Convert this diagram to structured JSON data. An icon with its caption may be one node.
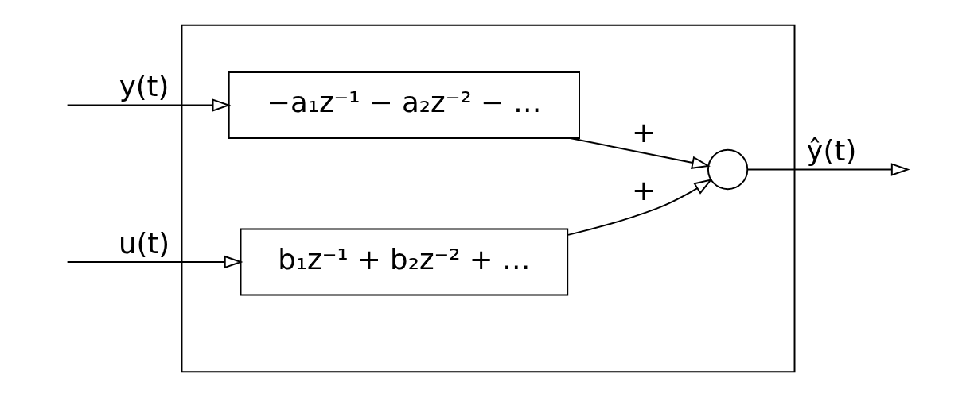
{
  "diagram": {
    "nodes": [
      {
        "text": [],
        "shape": "box"
      },
      {
        "text": [
          "−a₁z⁻¹ − a₂z⁻² − …"
        ],
        "in": 0
      },
      {
        "text": [
          "b₁z⁻¹ + b₂z⁻² + …"
        ],
        "in": 0
      },
      {
        "text": [],
        "shape": "circle",
        "in": 0
      }
    ],
    "edges": [
      {
        "from": null,
        "to": 1,
        "arrow": "to",
        "label": "y(t)"
      },
      {
        "from": null,
        "to": 2,
        "arrow": "to",
        "label": "u(t)"
      },
      {
        "from": 1,
        "to": 3,
        "arrow": "to",
        "label": "+"
      },
      {
        "from": 2,
        "to": 3,
        "arrow": "to",
        "label": "+"
      },
      {
        "from": 3,
        "to": null,
        "arrow": "to",
        "label": "ŷ(t)"
      }
    ]
  }
}
